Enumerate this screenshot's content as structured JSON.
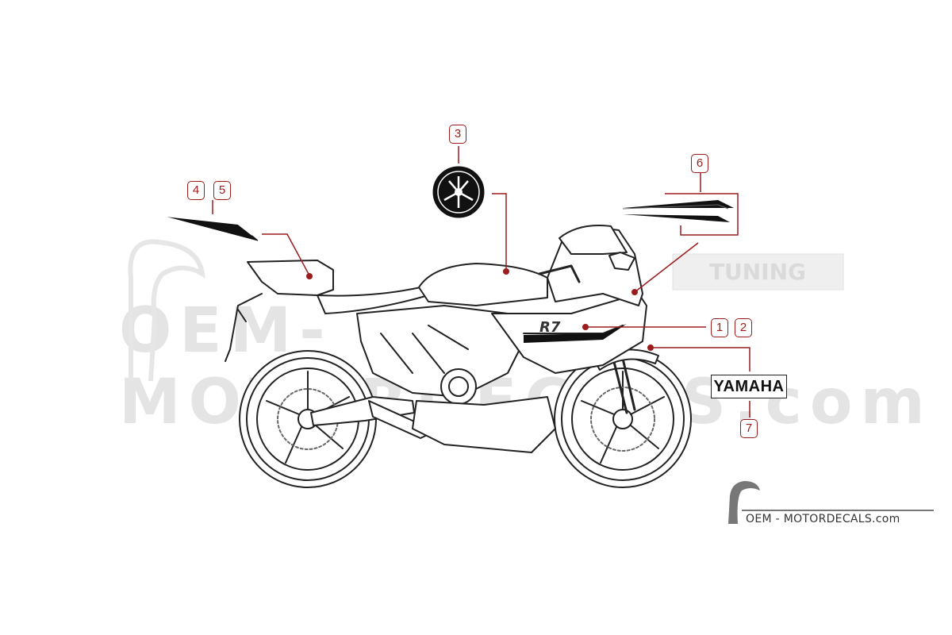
{
  "callouts": [
    {
      "id": "1",
      "label": "1"
    },
    {
      "id": "2",
      "label": "2"
    },
    {
      "id": "3",
      "label": "3"
    },
    {
      "id": "4",
      "label": "4"
    },
    {
      "id": "5",
      "label": "5"
    },
    {
      "id": "6",
      "label": "6"
    },
    {
      "id": "7",
      "label": "7"
    }
  ],
  "decals": {
    "brand_word": "YAMAHA",
    "fairing_model_mark": "R7",
    "tank_emblem": "tuning-fork-emblem"
  },
  "watermark": {
    "text": "OEM-MOTORDECALS.com",
    "corner_text": "TUNING"
  },
  "footer": {
    "brand": "OEM - MOTORDECALS.com"
  },
  "colors": {
    "callout": "#9b1c1c",
    "line": "#222222",
    "watermark": "#e4e4e4"
  }
}
